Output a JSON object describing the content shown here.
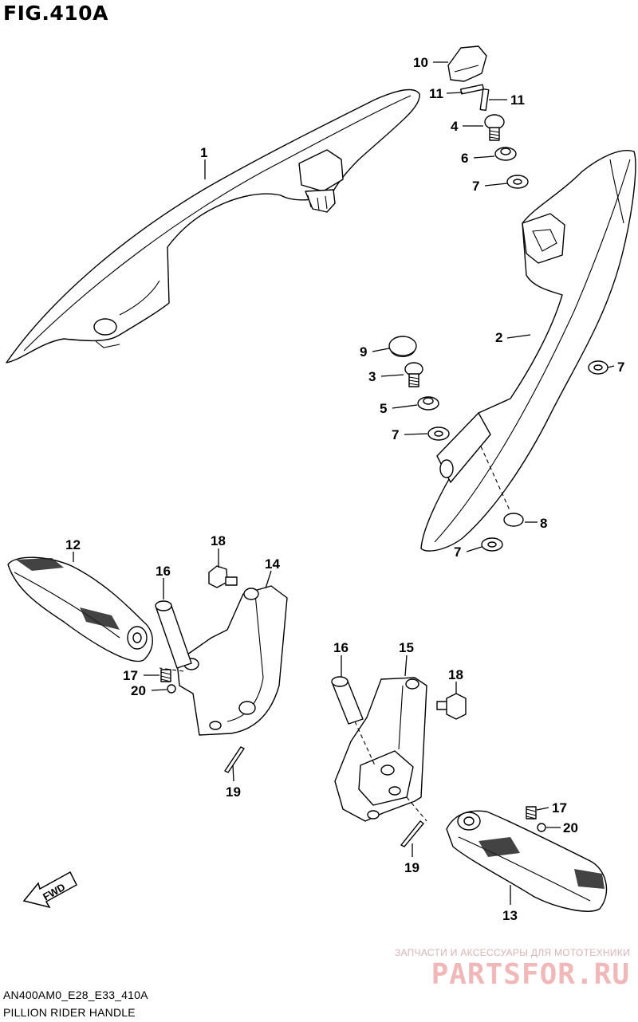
{
  "figure": {
    "title": "FIG.410A",
    "model_code": "AN400AM0_E28_E33_410A",
    "caption": "PILLION RIDER HANDLE"
  },
  "callouts": {
    "c1": "1",
    "c2": "2",
    "c3": "3",
    "c4": "4",
    "c5": "5",
    "c6": "6",
    "c7a": "7",
    "c7b": "7",
    "c7c": "7",
    "c7d": "7",
    "c8": "8",
    "c9": "9",
    "c10": "10",
    "c11a": "11",
    "c11b": "11",
    "c12": "12",
    "c13": "13",
    "c14": "14",
    "c15": "15",
    "c16a": "16",
    "c16b": "16",
    "c17a": "17",
    "c17b": "17",
    "c18a": "18",
    "c18b": "18",
    "c19a": "19",
    "c19b": "19",
    "c20a": "20",
    "c20b": "20"
  },
  "fwd_badge": "FWD",
  "watermark": {
    "tagline": "ЗАПЧАСТИ И АКСЕССУАРЫ ДЛЯ МОТОТЕХНИКИ",
    "brand": "PARTSFOR.RU",
    "color": "#f0b8b8"
  }
}
